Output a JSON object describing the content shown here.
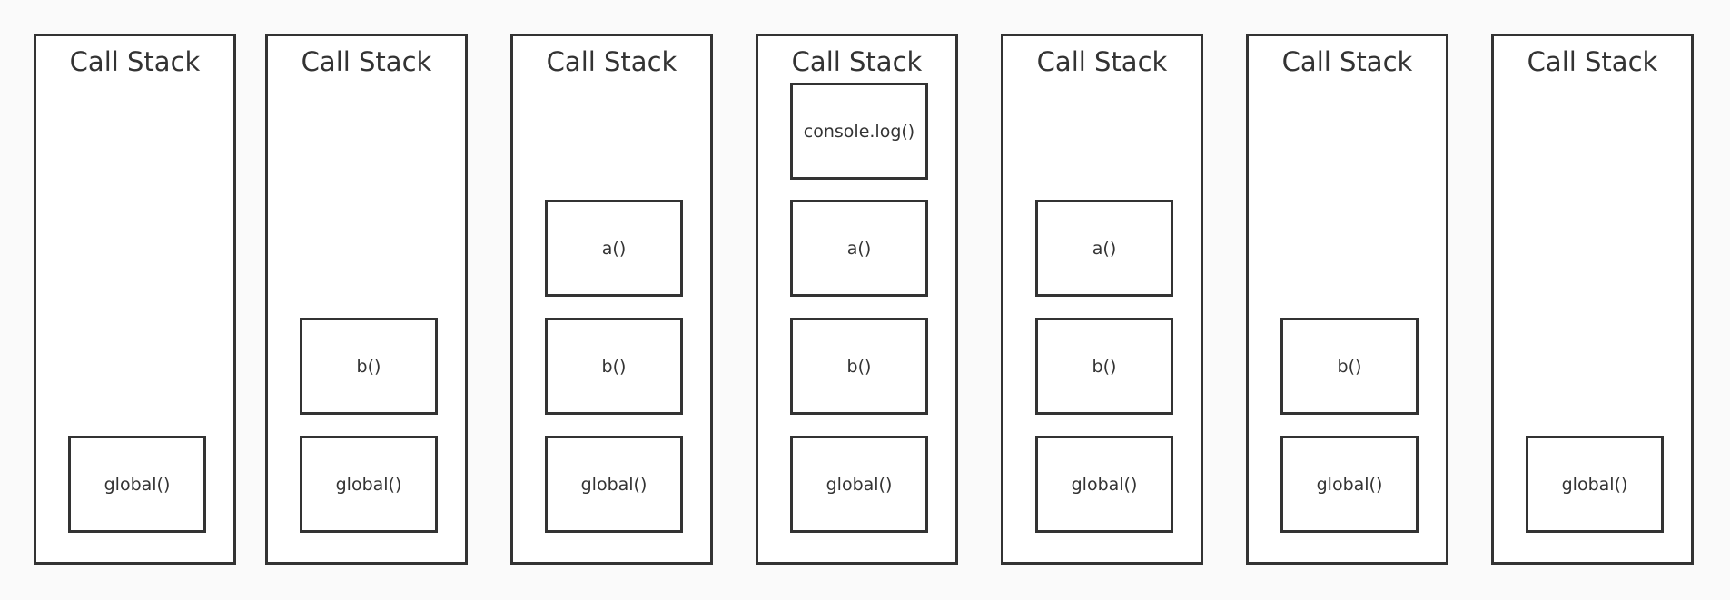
{
  "colors": {
    "background": "#fafafa",
    "stroke": "#333333",
    "fill": "#ffffff"
  },
  "stacks": [
    {
      "title": "Call Stack",
      "frames": [
        "global()"
      ]
    },
    {
      "title": "Call Stack",
      "frames": [
        "global()",
        "b()"
      ]
    },
    {
      "title": "Call Stack",
      "frames": [
        "global()",
        "b()",
        "a()"
      ]
    },
    {
      "title": "Call Stack",
      "frames": [
        "global()",
        "b()",
        "a()",
        "console.log()"
      ]
    },
    {
      "title": "Call Stack",
      "frames": [
        "global()",
        "b()",
        "a()"
      ]
    },
    {
      "title": "Call Stack",
      "frames": [
        "global()",
        "b()"
      ]
    },
    {
      "title": "Call Stack",
      "frames": [
        "global()"
      ]
    }
  ]
}
